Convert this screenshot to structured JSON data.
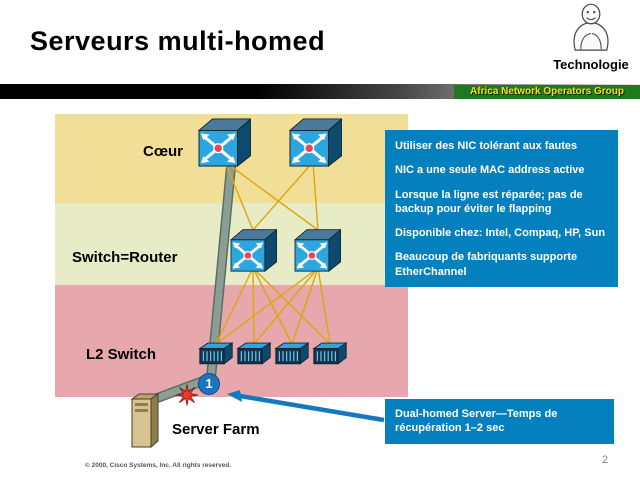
{
  "header": {
    "title": "Serveurs multi-homed",
    "logo_caption": "Technologie",
    "banner": "Africa Network Operators Group"
  },
  "diagram": {
    "coeur_label": "Cœur",
    "switch_router_label": "Switch=Router",
    "l2_switch_label": "L2 Switch",
    "server_farm_label": "Server Farm",
    "step_marker": "1",
    "icons": [
      "multilayer-switch-icon",
      "l2-switch-icon",
      "server-icon",
      "failure-star-icon",
      "step-circle"
    ]
  },
  "callouts": {
    "items": [
      "Utiliser des NIC tolérant aux fautes",
      "NIC a une seule MAC address active",
      "Lorsque la ligne est réparée; pas de backup pour éviter le flapping",
      "Disponible chez: Intel, Compaq, HP, Sun",
      "Beaucoup de fabriquants supporte EtherChannel"
    ]
  },
  "bottom_callout": "Dual-homed Server—Temps de récupération 1–2 sec",
  "footer": {
    "copyright": "© 2000, Cisco Systems, Inc. All rights reserved.",
    "page_number": "2"
  },
  "colors": {
    "cisco_blue": "#0480BE",
    "band_yellow": "#F2DF97",
    "band_green": "#E7EBC6",
    "band_pink": "#E6A8AC",
    "link_yellow": "#DFA50A",
    "cable_gray": "#8C9E94",
    "banner_green": "#1F7A1F",
    "banner_text_yellow": "#FFE000",
    "marker_blue": "#1B75BC",
    "star_red": "#E8392B"
  }
}
